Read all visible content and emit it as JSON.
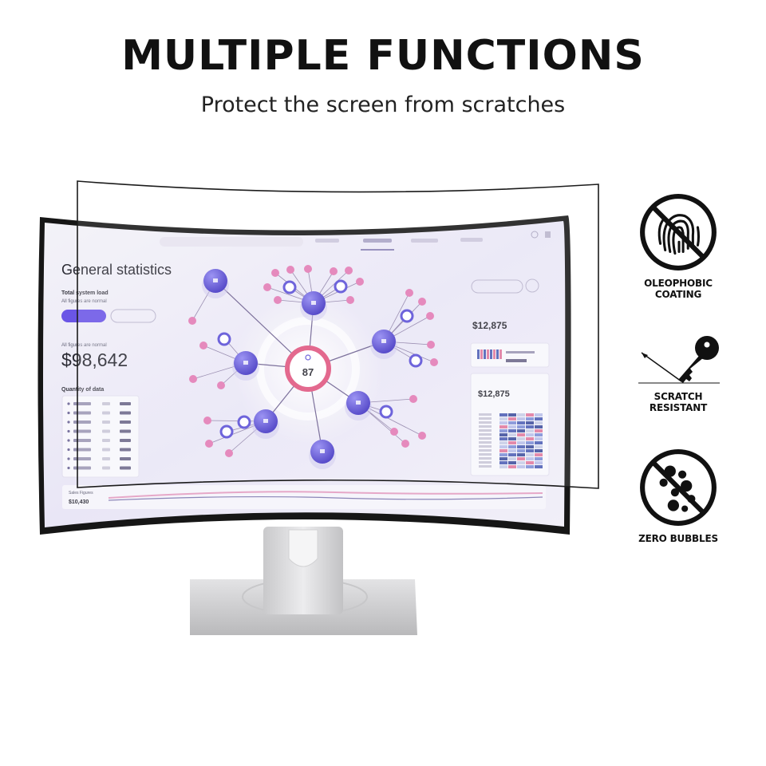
{
  "header": {
    "title": "MULTIPLE FUNCTIONS",
    "subtitle": "Protect the screen from scratches"
  },
  "screen": {
    "heading": "General statistics",
    "sub_label": "Total system load",
    "sub_note": "All figures are normal",
    "big_label": "All figures are normal",
    "big_value": "$98,642",
    "list_heading": "Quantity of data",
    "center_value": "87",
    "right_value_1": "$12,875",
    "right_value_2": "$12,875",
    "bottom_label": "Sales Figures",
    "bottom_value": "$10,430"
  },
  "features": [
    {
      "label": "OLEOPHOBIC COATING",
      "icon": "fingerprint-crossed-icon"
    },
    {
      "label": "SCRATCH RESISTANT",
      "icon": "key-scratch-icon"
    },
    {
      "label": "ZERO BUBBLES",
      "icon": "bubbles-crossed-icon"
    }
  ],
  "colors": {
    "node_blue": "#5b4fd6",
    "node_pink": "#e27ab4",
    "center_ring": "#e0557f",
    "frame": "#161616"
  }
}
